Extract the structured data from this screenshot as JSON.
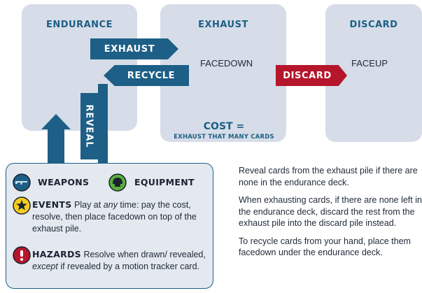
{
  "zones": {
    "endurance": {
      "title": "ENDURANCE"
    },
    "exhaust": {
      "title": "EXHAUST",
      "state": "FACEDOWN"
    },
    "discard": {
      "title": "DISCARD",
      "state": "FACEUP"
    }
  },
  "actions": {
    "exhaust": "EXHAUST",
    "recycle": "RECYCLE",
    "discard": "DISCARD",
    "reveal": "REVEAL"
  },
  "cost": {
    "title": "COST =",
    "subtitle": "EXHAUST THAT MANY CARDS"
  },
  "legend": {
    "weapons": "WEAPONS",
    "equipment": "EQUIPMENT",
    "events": {
      "head": "EVENTS",
      "lead": " Play at ",
      "emph": "any",
      "tail": " time: pay the cost, resolve, then place facedown on top of the exhaust pile."
    },
    "hazards": {
      "head": "HAZARDS",
      "lead": " Resolve when drawn/ revealed, ",
      "emph": "except",
      "tail": " if revealed by a motion tracker card."
    }
  },
  "rules": [
    "Reveal cards from the exhaust pile if there are none in the endurance deck.",
    "When exhausting cards, if there are none left in the endurance deck, discard the rest from the exhaust pile into the discard pile instead.",
    "To recycle cards from your hand, place them facedown under the endurance deck."
  ],
  "colors": {
    "zone_bg": "#d6dde8",
    "accent_blue": "#1d5f86",
    "accent_red": "#b5162b",
    "legend_bg": "#e4e9f0",
    "yellow": "#f3cd1f",
    "green": "#5aae3b"
  },
  "icons": [
    "rifle-icon",
    "helmet-icon",
    "star-icon",
    "exclamation-icon"
  ]
}
